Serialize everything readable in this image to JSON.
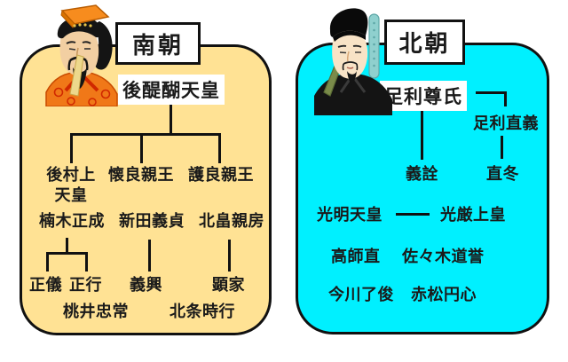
{
  "diagram_title": "Nanbokucho (Northern and Southern Courts) relationship chart",
  "colors": {
    "south_panel": "#ffe294",
    "north_panel": "#00f0ff",
    "line": "#111111",
    "root_highlight": "#ffffff"
  },
  "icons": {
    "south_figure": "emperor-portrait-icon",
    "north_figure": "shogun-portrait-icon"
  },
  "south": {
    "title": "南朝",
    "root": "後醍醐天皇",
    "gen1": [
      "後村上\n天皇",
      "懐良親王",
      "護良親王"
    ],
    "gen2": [
      "楠木正成",
      "新田義貞",
      "北畠親房"
    ],
    "gen3": [
      "正儀",
      "正行",
      "義興",
      "顕家"
    ],
    "gen4": [
      "桃井忠常",
      "北条時行"
    ]
  },
  "north": {
    "title": "北朝",
    "root": "足利尊氏",
    "branch": "足利直義",
    "gen1": [
      "義詮",
      "直冬"
    ],
    "gen2": [
      "光明天皇",
      "光厳上皇"
    ],
    "gen3": [
      "高師直",
      "佐々木道誉"
    ],
    "gen4": [
      "今川了俊",
      "赤松円心"
    ]
  }
}
